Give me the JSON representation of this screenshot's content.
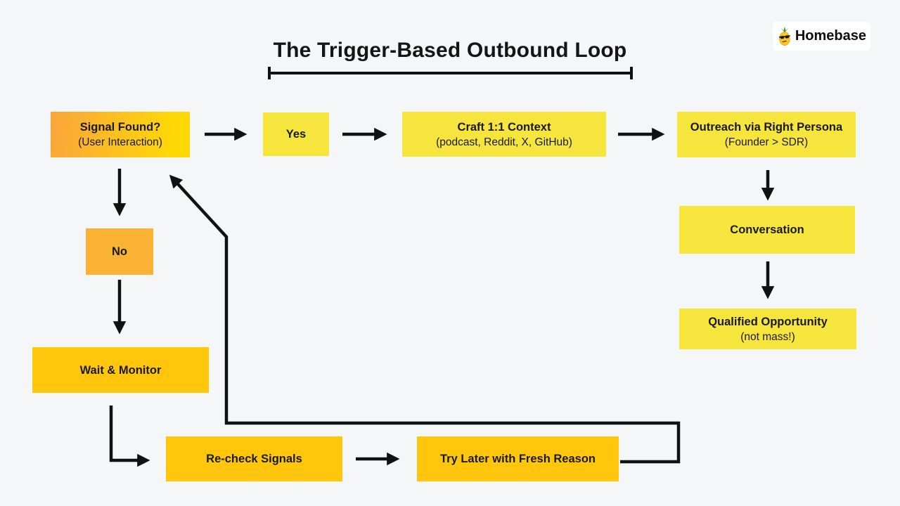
{
  "header": {
    "title": "The Trigger-Based Outbound Loop"
  },
  "logo": {
    "brand": "Homebase",
    "icon": "pineapple-sunglasses-icon"
  },
  "nodes": {
    "signal": {
      "line1": "Signal Found?",
      "line2": "(User Interaction)"
    },
    "yes": {
      "line1": "Yes"
    },
    "craft": {
      "line1": "Craft 1:1 Context",
      "line2": "(podcast, Reddit, X, GitHub)"
    },
    "outreach": {
      "line1": "Outreach via Right Persona",
      "line2": "(Founder > SDR)"
    },
    "conversation": {
      "line1": "Conversation"
    },
    "qualified": {
      "line1": "Qualified Opportunity",
      "line2": "(not mass!)"
    },
    "no": {
      "line1": "No"
    },
    "wait": {
      "line1": "Wait & Monitor"
    },
    "recheck": {
      "line1": "Re-check Signals"
    },
    "trylater": {
      "line1": "Try Later with Fresh Reason"
    }
  },
  "edges": [
    "Signal Found? -> Yes",
    "Yes -> Craft 1:1 Context",
    "Craft 1:1 Context -> Outreach via Right Persona",
    "Outreach via Right Persona -> Conversation",
    "Conversation -> Qualified Opportunity",
    "Signal Found? -> No",
    "No -> Wait & Monitor",
    "Wait & Monitor -> Re-check Signals",
    "Re-check Signals -> Try Later with Fresh Reason",
    "Try Later with Fresh Reason -> Signal Found? (loop back)"
  ],
  "colors": {
    "background": "#F4F6F8",
    "lemon_yellow": "#F5E53D",
    "gold": "#FFC60B",
    "orange": "#F9B233",
    "signal_gradient_start": "#F9A43C",
    "signal_gradient_end": "#FFD906",
    "arrow": "#111111",
    "logo_background": "#FFFFFF",
    "text": "#1A1A1A"
  }
}
